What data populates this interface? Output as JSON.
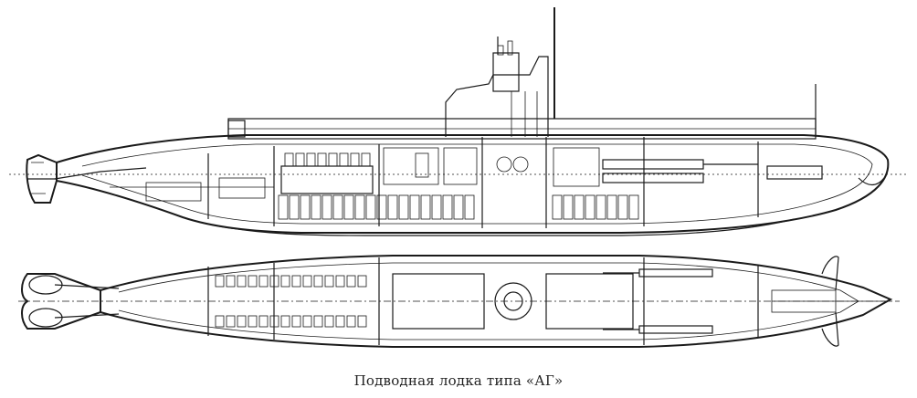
{
  "caption": "Подводная лодка типа «АГ»",
  "colors": {
    "ink": "#1a1a1a",
    "paper": "#ffffff"
  },
  "views": {
    "side": {
      "name": "side-elevation"
    },
    "plan": {
      "name": "plan-view"
    }
  }
}
